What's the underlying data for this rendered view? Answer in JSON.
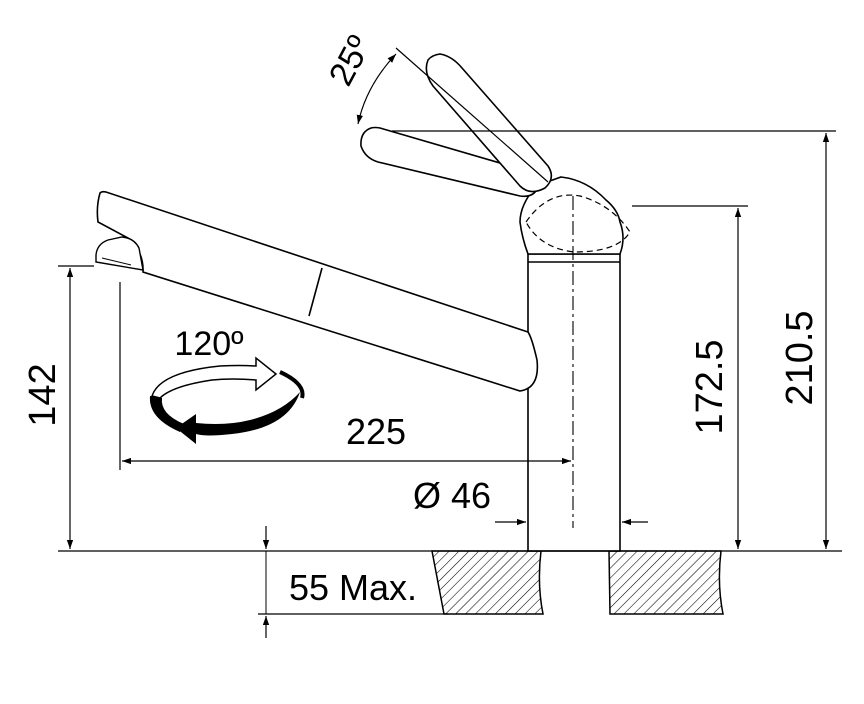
{
  "dimensions": {
    "spout_angle": "25º",
    "rotation": "120º",
    "outlet_height": "142",
    "reach": "225",
    "diameter": "Ø 46",
    "mount_thickness": "55 Max.",
    "body_height": "172.5",
    "total_height": "210.5"
  },
  "colors": {
    "line": "#000000",
    "background": "#ffffff"
  }
}
